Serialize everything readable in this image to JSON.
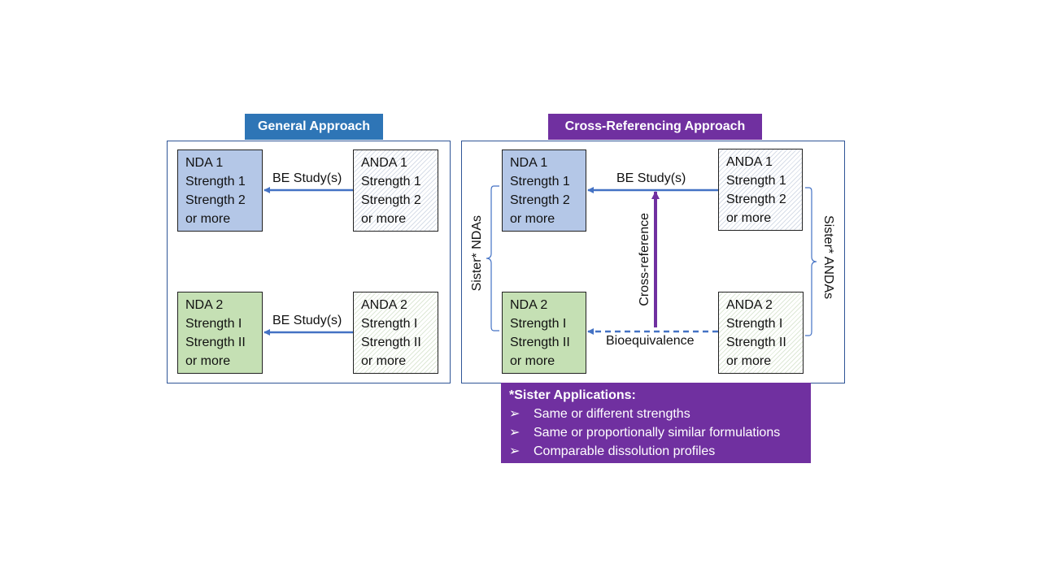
{
  "general": {
    "header": "General Approach",
    "nda1": [
      "NDA 1",
      "Strength 1",
      "Strength 2",
      "or more"
    ],
    "anda1": [
      "ANDA 1",
      "Strength 1",
      "Strength 2",
      "or more"
    ],
    "nda2": [
      "NDA 2",
      "Strength I",
      "Strength II",
      "or more"
    ],
    "anda2": [
      "ANDA 2",
      "Strength I",
      "Strength II",
      "or more"
    ],
    "arrow_top_label": "BE Study(s)",
    "arrow_bottom_label": "BE Study(s)"
  },
  "cross": {
    "header": "Cross-Referencing Approach",
    "nda1": [
      "NDA 1",
      "Strength 1",
      "Strength 2",
      "or more"
    ],
    "anda1": [
      "ANDA 1",
      "Strength 1",
      "Strength 2",
      "or more"
    ],
    "nda2": [
      "NDA 2",
      "Strength I",
      "Strength II",
      "or more"
    ],
    "anda2": [
      "ANDA 2",
      "Strength I",
      "Strength II",
      "or more"
    ],
    "arrow_top_label": "BE Study(s)",
    "arrow_bottom_label": "Bioequivalence",
    "vertical_arrow_label": "Cross-reference",
    "left_brace_label": "Sister* NDAs",
    "right_brace_label": "Sister* ANDAs"
  },
  "note": {
    "title": "*Sister Applications:",
    "bullet_symbol": "➢",
    "items": [
      "Same or different strengths",
      "Same or proportionally similar formulations",
      "Comparable dissolution profiles"
    ]
  },
  "colors": {
    "general_header": "#2e75b6",
    "cross_header": "#7030a0",
    "nda1_fill": "#b4c7e7",
    "nda2_fill": "#c5e0b4",
    "arrow_blue": "#4472c4",
    "arrow_purple": "#7030a0"
  }
}
